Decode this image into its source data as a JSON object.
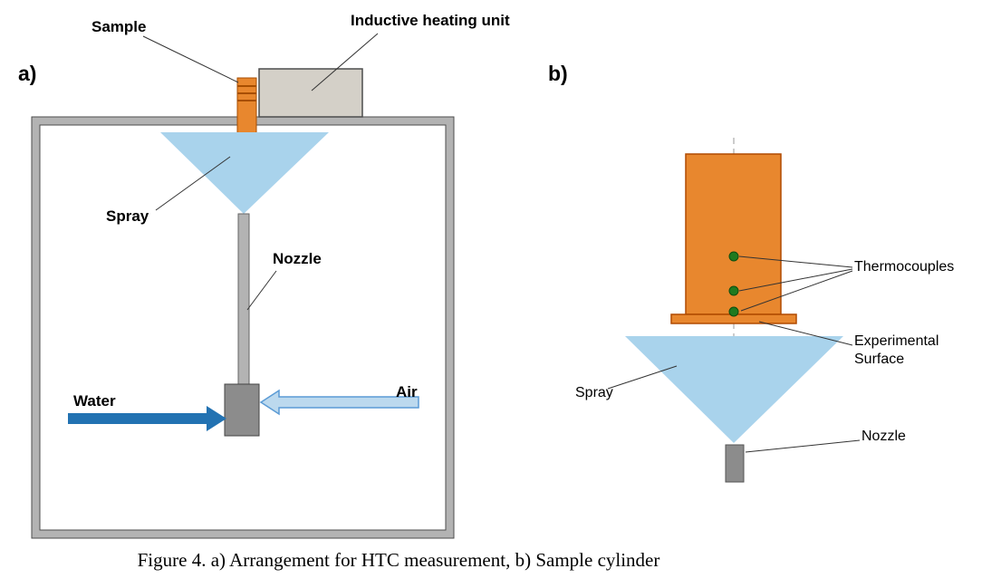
{
  "figure": {
    "caption": "Figure 4. a) Arrangement for HTC measurement, b) Sample cylinder"
  },
  "panel_a": {
    "label": "a)",
    "annotations": {
      "sample": "Sample",
      "inductive_heating_unit": "Inductive heating unit",
      "spray": "Spray",
      "nozzle": "Nozzle",
      "water": "Water",
      "air": "Air"
    }
  },
  "panel_b": {
    "label": "b)",
    "annotations": {
      "thermocouples": "Thermocouples",
      "experimental_surface": "Experimental Surface",
      "spray": "Spray",
      "nozzle": "Nozzle"
    }
  },
  "colors": {
    "spray_blue": "#a9d3ec",
    "cylinder_orange": "#e8872e",
    "frame_gray": "#b3b3b3",
    "heater_gray": "#d4d0c8",
    "nozzle_bar_gray": "#b3b3b3",
    "nozzle_body_gray": "#8c8c8c",
    "water_arrow_blue": "#2272b2",
    "air_arrow_fill": "#bcd9ee",
    "thermocouple_green": "#1f7a1f"
  }
}
